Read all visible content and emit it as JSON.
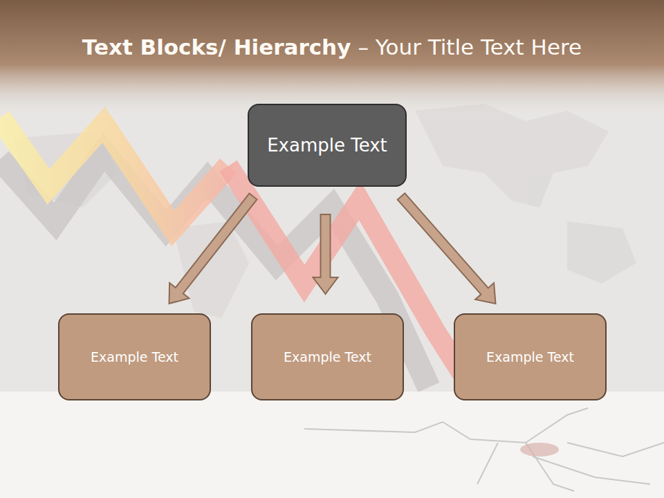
{
  "diagram": {
    "title": "Text Blocks/ Hierarchy",
    "nodes": [
      {
        "text": [
          "Example Text"
        ]
      },
      {
        "text": [
          "Example Text"
        ]
      },
      {
        "text": [
          "Example Text"
        ]
      },
      {
        "text": [
          "Example Text"
        ]
      }
    ],
    "edges": [
      {
        "from": 0,
        "to": 1,
        "arrow": "to"
      },
      {
        "from": 0,
        "to": 2,
        "arrow": "to"
      },
      {
        "from": 0,
        "to": 3,
        "arrow": "to"
      }
    ],
    "labels": [
      "– Your Title Text Here"
    ]
  }
}
